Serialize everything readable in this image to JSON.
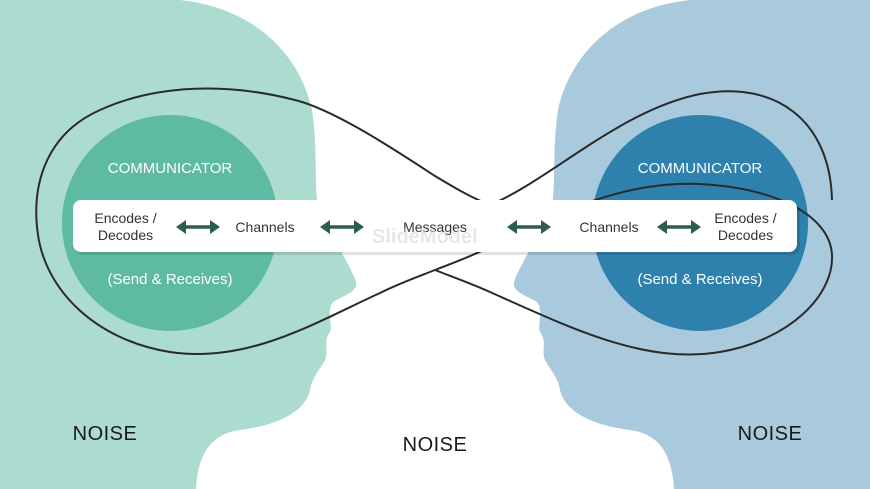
{
  "colors": {
    "left_head": "#acdbd0",
    "left_circle": "#5ebaa1",
    "right_head": "#a9cadd",
    "right_circle": "#2e80ad",
    "arrow": "#2d5e4d",
    "loop": "#2a2a2a"
  },
  "left": {
    "title": "COMMUNICATOR",
    "subtitle": "(Send & Receives)"
  },
  "right": {
    "title": "COMMUNICATOR",
    "subtitle": "(Send & Receives)"
  },
  "bar": {
    "left_encode_line1": "Encodes /",
    "left_encode_line2": "Decodes",
    "left_channels": "Channels",
    "messages": "Messages",
    "right_channels": "Channels",
    "right_encode_line1": "Encodes /",
    "right_encode_line2": "Decodes"
  },
  "noise": {
    "left": "NOISE",
    "center": "NOISE",
    "right": "NOISE"
  },
  "watermark": "SlideModel"
}
